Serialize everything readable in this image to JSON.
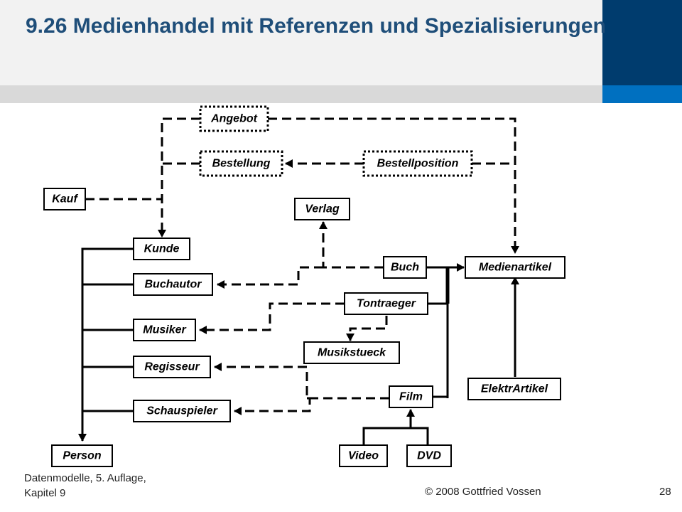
{
  "slide": {
    "title": "9.26 Medienhandel mit Referenzen und Spezialisierungen",
    "colors": {
      "title": "#1f4e79",
      "accent_dark": "#003c6e",
      "accent_light": "#0070c0"
    }
  },
  "diagram": {
    "nodes": {
      "angebot": "Angebot",
      "bestellung": "Bestellung",
      "bestellposition": "Bestellposition",
      "kauf": "Kauf",
      "verlag": "Verlag",
      "kunde": "Kunde",
      "buchautor": "Buchautor",
      "musiker": "Musiker",
      "regisseur": "Regisseur",
      "schauspieler": "Schauspieler",
      "person": "Person",
      "buch": "Buch",
      "medienartikel": "Medienartikel",
      "tontraeger": "Tontraeger",
      "musikstueck": "Musikstueck",
      "film": "Film",
      "elektrartikel": "ElektrArtikel",
      "video": "Video",
      "dvd": "DVD"
    }
  },
  "footer": {
    "source_line1": "Datenmodelle,  5. Auflage,",
    "source_line2": "Kapitel 9",
    "copyright": "© 2008 Gottfried Vossen",
    "page_number": "28"
  }
}
